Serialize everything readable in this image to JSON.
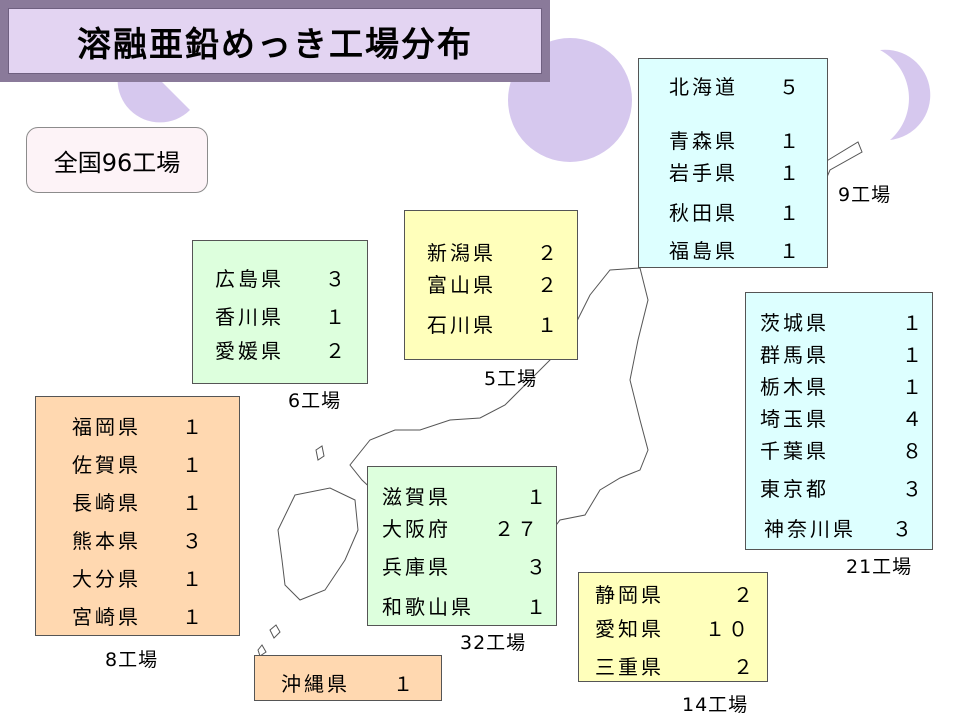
{
  "title": "溶融亜鉛めっき工場分布",
  "total": "全国96工場",
  "colors": {
    "title_fill": "#e3d4f2",
    "decor_circles": "#d6c8ee",
    "chugoku_shikoku": "#ddffdd",
    "hokuriku": "#ffffbb",
    "hokkaido_tohoku": "#ddffff",
    "kyushu": "#ffd8b0",
    "kinki": "#ddffdd",
    "kanto": "#ddffff",
    "chubu": "#ffffbb",
    "okinawa": "#ffd8b0"
  },
  "regions": {
    "chugoku_shikoku": {
      "rows": [
        {
          "pref": "広島県",
          "count": "３"
        },
        {
          "pref": "香川県",
          "count": "１"
        },
        {
          "pref": "愛媛県",
          "count": "２"
        }
      ],
      "subtotal": "6工場"
    },
    "hokuriku": {
      "rows": [
        {
          "pref": "新潟県",
          "count": "２"
        },
        {
          "pref": "富山県",
          "count": "２"
        },
        {
          "pref": "石川県",
          "count": "１"
        }
      ],
      "subtotal": "5工場"
    },
    "hokkaido_tohoku": {
      "rows": [
        {
          "pref": "北海道",
          "count": "５"
        },
        {
          "pref": "青森県",
          "count": "１"
        },
        {
          "pref": "岩手県",
          "count": "１"
        },
        {
          "pref": "秋田県",
          "count": "１"
        },
        {
          "pref": "福島県",
          "count": "１"
        }
      ],
      "subtotal": "9工場"
    },
    "kanto": {
      "rows": [
        {
          "pref": "茨城県",
          "count": "１"
        },
        {
          "pref": "群馬県",
          "count": "１"
        },
        {
          "pref": "栃木県",
          "count": "１"
        },
        {
          "pref": "埼玉県",
          "count": "４"
        },
        {
          "pref": "千葉県",
          "count": "８"
        },
        {
          "pref": "東京都",
          "count": "３"
        },
        {
          "pref": "神奈川県",
          "count": "３"
        }
      ],
      "subtotal": "21工場"
    },
    "kyushu": {
      "rows": [
        {
          "pref": "福岡県",
          "count": "１"
        },
        {
          "pref": "佐賀県",
          "count": "１"
        },
        {
          "pref": "長崎県",
          "count": "１"
        },
        {
          "pref": "熊本県",
          "count": "３"
        },
        {
          "pref": "大分県",
          "count": "１"
        },
        {
          "pref": "宮崎県",
          "count": "１"
        }
      ],
      "subtotal": "8工場"
    },
    "kinki": {
      "rows": [
        {
          "pref": "滋賀県",
          "count": "１"
        },
        {
          "pref": "大阪府",
          "count": "２７"
        },
        {
          "pref": "兵庫県",
          "count": "３"
        },
        {
          "pref": "和歌山県",
          "count": "１"
        }
      ],
      "subtotal": "32工場"
    },
    "chubu": {
      "rows": [
        {
          "pref": "静岡県",
          "count": "２"
        },
        {
          "pref": "愛知県",
          "count": "１０"
        },
        {
          "pref": "三重県",
          "count": "２"
        }
      ],
      "subtotal": "14工場"
    },
    "okinawa": {
      "rows": [
        {
          "pref": "沖縄県",
          "count": "１"
        }
      ]
    }
  }
}
